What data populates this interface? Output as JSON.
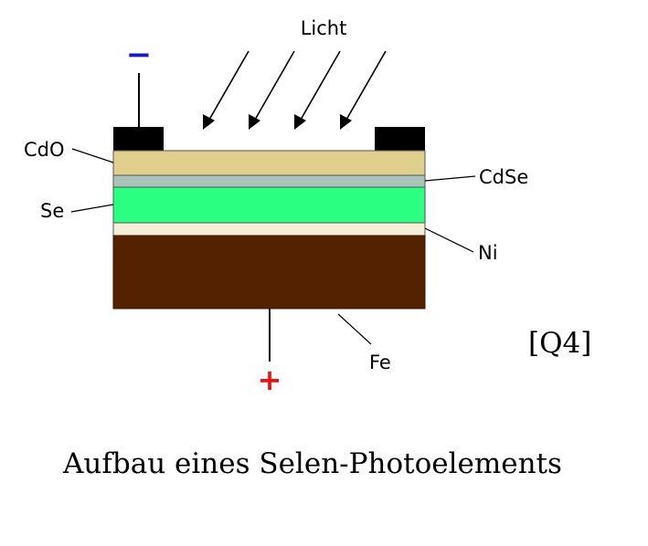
{
  "diagram": {
    "light_label": "Licht",
    "minus_sign": "−",
    "plus_sign": "+",
    "layers": [
      {
        "name": "CdO",
        "color": "#e0ce8c"
      },
      {
        "name": "CdSe",
        "color": "#a8c4b8"
      },
      {
        "name": "Se",
        "color": "#2bff80"
      },
      {
        "name": "Ni",
        "color": "#f4efd8"
      },
      {
        "name": "Fe",
        "color": "#552200"
      }
    ],
    "electrode_color": "#000000",
    "minus_color": "#1a1acc",
    "plus_color": "#ee1111"
  },
  "reference_tag": "[Q4]",
  "caption": "Aufbau eines Selen-Photoelements"
}
